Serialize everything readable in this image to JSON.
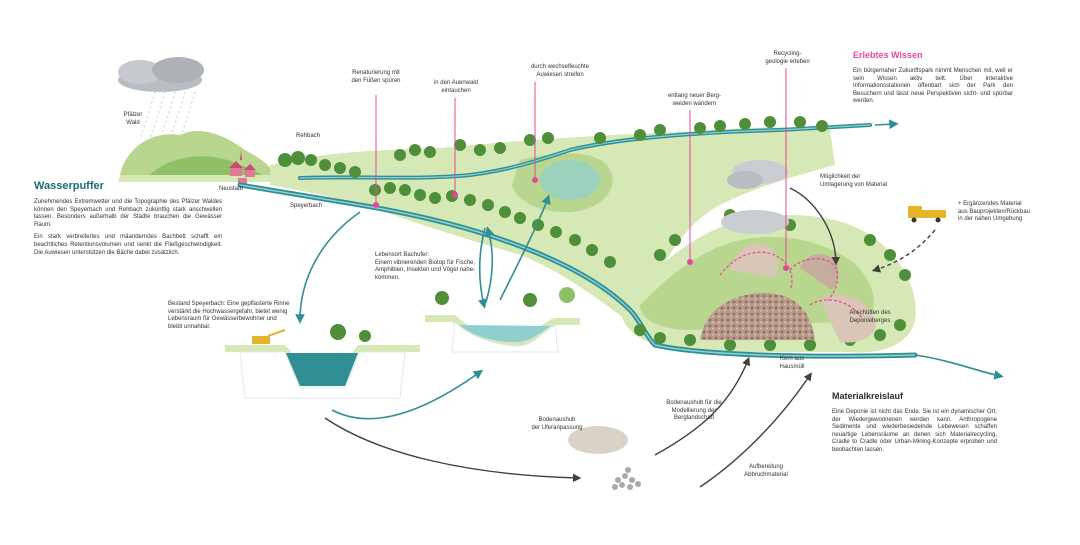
{
  "colors": {
    "water": "#2f8f95",
    "water_light": "#8fcfd0",
    "green_dark": "#4f8f3a",
    "green_mid": "#8fc067",
    "green_light": "#d6e8b6",
    "pink": "#e4499a",
    "teal_heading": "#1b6b73",
    "gray": "#9a9a9a"
  },
  "labels": {
    "pfaelzer_wald": "Pfälzer\nWald",
    "rehbach": "Rehbach",
    "neustadt": "Neustadt",
    "speyerbach": "Speyerbach",
    "renaturierung": "Renaturierung mit\nden Füßen spüren",
    "auenwald": "in den Auenwald\neintauchen",
    "auwiesen": "durch wechselfeuchte\nAuwiesen streifen",
    "bergweiden": "entlang neuer Berg-\nweiden wandern",
    "recycling": "Recycling-\ngeologie erleben",
    "umlagerung": "Möglichkeit der\nUmlagerung von Material",
    "ergaenzendes": "+ Ergänzendes Material\naus Bauprojekten/Rückbau\nin der nahen Umgebung",
    "lebensort": "Lebensort Bachufer:\nEinem vibrierenden Biotop für Fische,\nAmphibien, Insekten und Vögel nahe-\nkommen.",
    "bestand": "Bestand Speyerbach: Eine gepflasterte Rinne\nverstärkt die Hochwassergefahr, bietet wenig\nLebensraum für Gewässerbewohner und\nbleibt unnahbar.",
    "anschuetten": "Anschütten des\nDeponieberges",
    "kern": "Kern aus\nHausmüll",
    "bodenaushub_ufer": "Bodenaushub\nder Uferanpassung",
    "bodenaushub_berg": "Bodenaushub für die\nModellierung der\nBerglandschaft",
    "aufbereitung": "Aufbereitung\nAbbruchmaterial"
  },
  "wasserpuffer": {
    "title": "Wasserpuffer",
    "p1": "Zunehmendes Extremwetter und die Topographie des Pfälzer Waldes können den Speyerbach und Rehbach zukünftig stark anschwellen lassen. Besonders außerhalb der Städte brauchen die Gewässer Raum.",
    "p2": "Ein stark verbreitertes und mäanderndes Bachbett schafft ein beachtliches Retentionsvolumen und senkt die Fließgeschwindigkeit. Die Auwiesen unterstützen die Bäche dabei zusätzlich."
  },
  "erlebtes_wissen": {
    "title": "Erlebtes Wissen",
    "p1": "Ein bürgernaher Zukunftspark nimmt Menschen mit, weil er sein Wissen aktiv teilt. Über interaktive Informationsstationen offenbart sich der Park den Besuchern und lässt neue Perspektiven sicht- und spürbar werden."
  },
  "materialkreislauf": {
    "title": "Materialkreislauf",
    "p1": "Eine Deponie ist nicht das Ende. Sie ist ein dynamischer Ort, der Wiedergewonnenen werden kann. Anthropogene Sedimente und wiederbesiedelnde Lebewesen schaffen neuartige Lebensräume an denen sich Materialrecycling, Cradle to Cradle oder Urban-Mining-Konzepte erproben und beobachten lassen."
  }
}
